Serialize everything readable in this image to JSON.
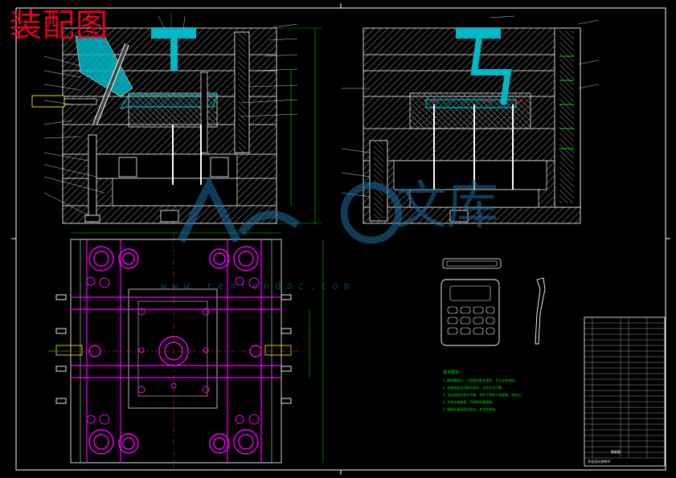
{
  "drawing": {
    "title": "装配图"
  },
  "watermark": {
    "url": "www.renrendoc.com",
    "brand": "文库"
  },
  "tech_requirements": {
    "heading": "技术要求",
    "items": [
      "1. 模具装配后，分型面应贴合紧密，不允许有溢料。",
      "2. 各滑动部位应配合良好，动作灵活可靠。",
      "3. 顶出机构动作应平稳，顶杆不得有卡滞现象，顶出后，",
      "4. 冷却水道畅通，不得有渗漏现象。",
      "5. 模具外露表面应清洁，并涂防锈油。"
    ]
  },
  "title_block": {
    "drawing_name": "装配图",
    "school": "毕业设计说明书"
  },
  "colors": {
    "background": "#000000",
    "outline": "#ffffff",
    "hatch": "#7a7a7a",
    "part": "#00b8c8",
    "ejector": "#e84aa0",
    "magenta": "#ff00ff",
    "dimension": "#00e000",
    "yellow": "#e0e000",
    "red": "#e8001c"
  }
}
